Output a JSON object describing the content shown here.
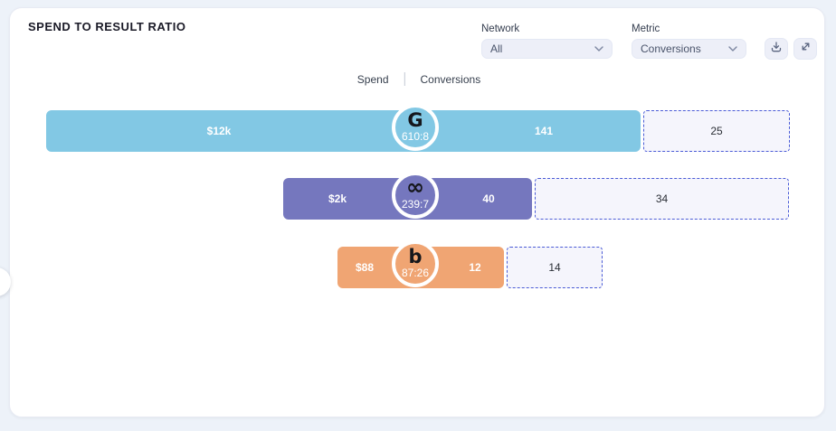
{
  "header": {
    "title": "SPEND TO RESULT RATIO"
  },
  "controls": {
    "network": {
      "label": "Network",
      "value": "All"
    },
    "metric": {
      "label": "Metric",
      "value": "Conversions"
    },
    "icons": [
      "download-icon",
      "expand-icon"
    ]
  },
  "legend": {
    "spend": "Spend",
    "conversions": "Conversions"
  },
  "colors": {
    "google_bar": "#82c8e4",
    "meta_bar": "#7577be",
    "bing_bar": "#f0a573",
    "dashed_border": "#4a5bd6",
    "dashed_fill": "#f5f5fc",
    "card_bg": "#ffffff",
    "page_bg": "#edf2f9"
  },
  "chart_data": {
    "type": "bar",
    "title": "Spend to Result Ratio",
    "legend": [
      "Spend",
      "Conversions"
    ],
    "legend_position": "top-center",
    "orientation": "horizontal",
    "series": [
      {
        "platform": "Google",
        "icon_glyph": "G",
        "color": "#82c8e4",
        "spend_label": "$12k",
        "ratio": "610:8",
        "conversions": 141,
        "dashed_value": 25
      },
      {
        "platform": "Meta",
        "icon_glyph": "∞",
        "color": "#7577be",
        "spend_label": "$2k",
        "ratio": "239:7",
        "conversions": 40,
        "dashed_value": 34
      },
      {
        "platform": "Bing",
        "icon_glyph": "b",
        "color": "#f0a573",
        "spend_label": "$88",
        "ratio": "87:26",
        "conversions": 12,
        "dashed_value": 14
      }
    ]
  }
}
